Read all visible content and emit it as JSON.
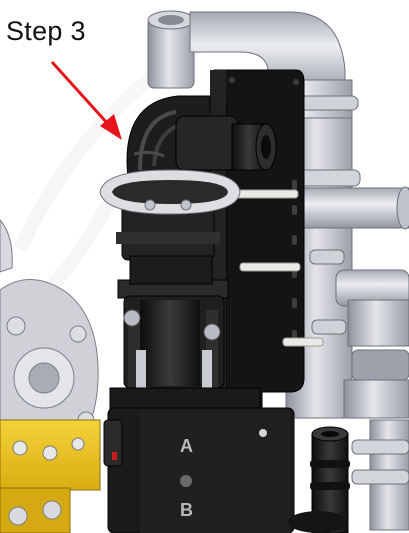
{
  "annotation": {
    "step_label": "Step 3",
    "arrow_color": "#e8141c"
  },
  "plate_markings": {
    "a": "A",
    "b": "B"
  },
  "colors": {
    "hose_fitting": "#1e1e1e",
    "mounting_plate": "#151515",
    "steel_piping": "#c3c6ce",
    "clamp_ring": "#dadcdf",
    "yellow_block": "#ebc31c"
  }
}
